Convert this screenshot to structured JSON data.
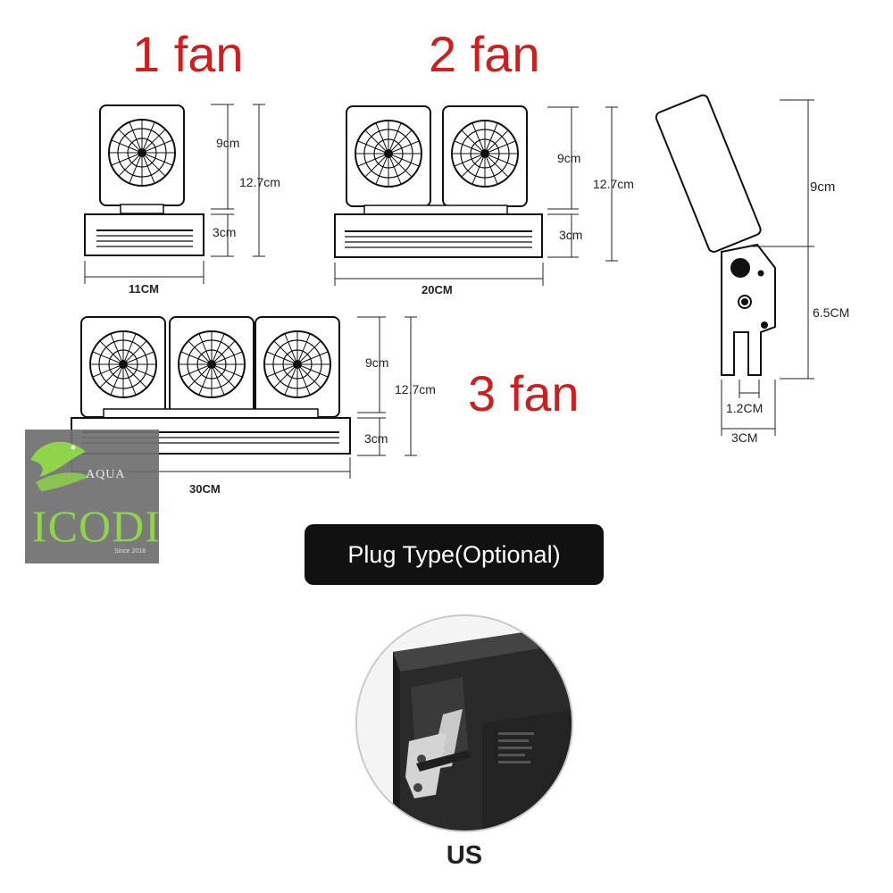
{
  "titles": {
    "one": "1 fan",
    "two": "2 fan",
    "three": "3 fan"
  },
  "one_fan": {
    "height_fan": "9cm",
    "height_total": "12.7cm",
    "height_base": "3cm",
    "width": "11CM"
  },
  "two_fan": {
    "height_fan": "9cm",
    "height_total": "12.7cm",
    "height_base": "3cm",
    "width": "20CM"
  },
  "three_fan": {
    "height_fan": "9cm",
    "height_total": "12.7cm",
    "height_base": "3cm",
    "width": "30CM"
  },
  "clip": {
    "height_top": "9cm",
    "height_bottom": "6.5CM",
    "gap": "1.2CM",
    "width": "3CM"
  },
  "plug": {
    "label": "Plug Type(Optional)",
    "type": "US"
  },
  "logo": {
    "aqua": "AQUA",
    "main": "ICODI",
    "since": "Since 2018"
  },
  "colors": {
    "title_red": "#cc1f1f",
    "pill_black": "#111111",
    "logo_green": "#8fd44a"
  }
}
